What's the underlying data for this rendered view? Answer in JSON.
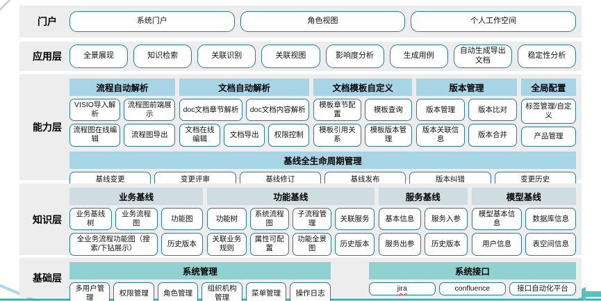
{
  "colors": {
    "band_bg": "#ededed",
    "header_blue": "#a7d5e6",
    "header_gray_blue": "#cedde1",
    "header_teal": "#8fd2cf",
    "button_border": "#2a7a99",
    "bottom_rule_teal": "#2fb5ae",
    "corner_line_gray": "#cfcfcf",
    "corner_line_blue": "#a9d9ec"
  },
  "portal": {
    "label": "门户",
    "items": [
      "系统门户",
      "角色视图",
      "个人工作空间"
    ]
  },
  "app": {
    "label": "应用层",
    "items": [
      "全景展现",
      "知识检索",
      "关联识别",
      "关联视图",
      "影响度分析",
      "生成用例",
      "自动生成导出文档",
      "稳定性分析"
    ]
  },
  "capability": {
    "label": "能力层",
    "groups": [
      {
        "title": "流程自动解析",
        "rows": [
          [
            "VISIO导入解析",
            "流程图前端展示"
          ],
          [
            "流程图在线编辑",
            "流程图导出"
          ]
        ]
      },
      {
        "title": "文档自动解析",
        "rows": [
          [
            "doc文档章节解析",
            "doc文档内容解析"
          ],
          [
            "文档在线编辑",
            "文档导出",
            "权限控制"
          ]
        ]
      },
      {
        "title": "文档模板自定义",
        "rows": [
          [
            "模板章节配置",
            "模板查询"
          ],
          [
            "模板引用关系",
            "模板版本管理"
          ]
        ]
      },
      {
        "title": "版本管理",
        "rows": [
          [
            "版本管理",
            "版本比对"
          ],
          [
            "版本关联信息",
            "版本合并"
          ]
        ]
      },
      {
        "title": "全局配置",
        "rows": [
          [
            "标签管理/自定义"
          ],
          [
            "产品管理"
          ]
        ]
      }
    ],
    "baseline": {
      "title": "基线全生命周期管理",
      "items": [
        "基线变更",
        "变更评审",
        "基线修订",
        "基线发布",
        "版本纠错",
        "变更历史"
      ]
    }
  },
  "knowledge": {
    "label": "知识层",
    "groups": [
      {
        "title": "业务基线",
        "rows": [
          [
            "业务基线树",
            "业务流程图",
            "功能图"
          ],
          [
            "全业务流程功能图（搜索/下钻展示）",
            "历史版本"
          ]
        ]
      },
      {
        "title": "功能基线",
        "rows": [
          [
            "功能树",
            "系统流程图",
            "子流程管理",
            "关联服务"
          ],
          [
            "关联业务规则",
            "属性可配置",
            "功能全景图",
            "历史版本"
          ]
        ]
      },
      {
        "title": "服务基线",
        "rows": [
          [
            "基本信息",
            "服务入参"
          ],
          [
            "服务出参",
            "历史版本"
          ]
        ]
      },
      {
        "title": "模型基线",
        "rows": [
          [
            "模型基本信息",
            "数据库信息"
          ],
          [
            "用户信息",
            "表空间信息"
          ]
        ]
      }
    ]
  },
  "base": {
    "label": "基础层",
    "groups": [
      {
        "title": "系统管理",
        "items": [
          "多用户管理",
          "权限管理",
          "角色管理",
          "组织机构管理",
          "菜单管理",
          "操作日志"
        ]
      },
      {
        "title": "系统接口",
        "items": [
          {
            "label": "jira",
            "style": "misspelled"
          },
          "confluence",
          "接口自动化平台"
        ]
      }
    ]
  }
}
